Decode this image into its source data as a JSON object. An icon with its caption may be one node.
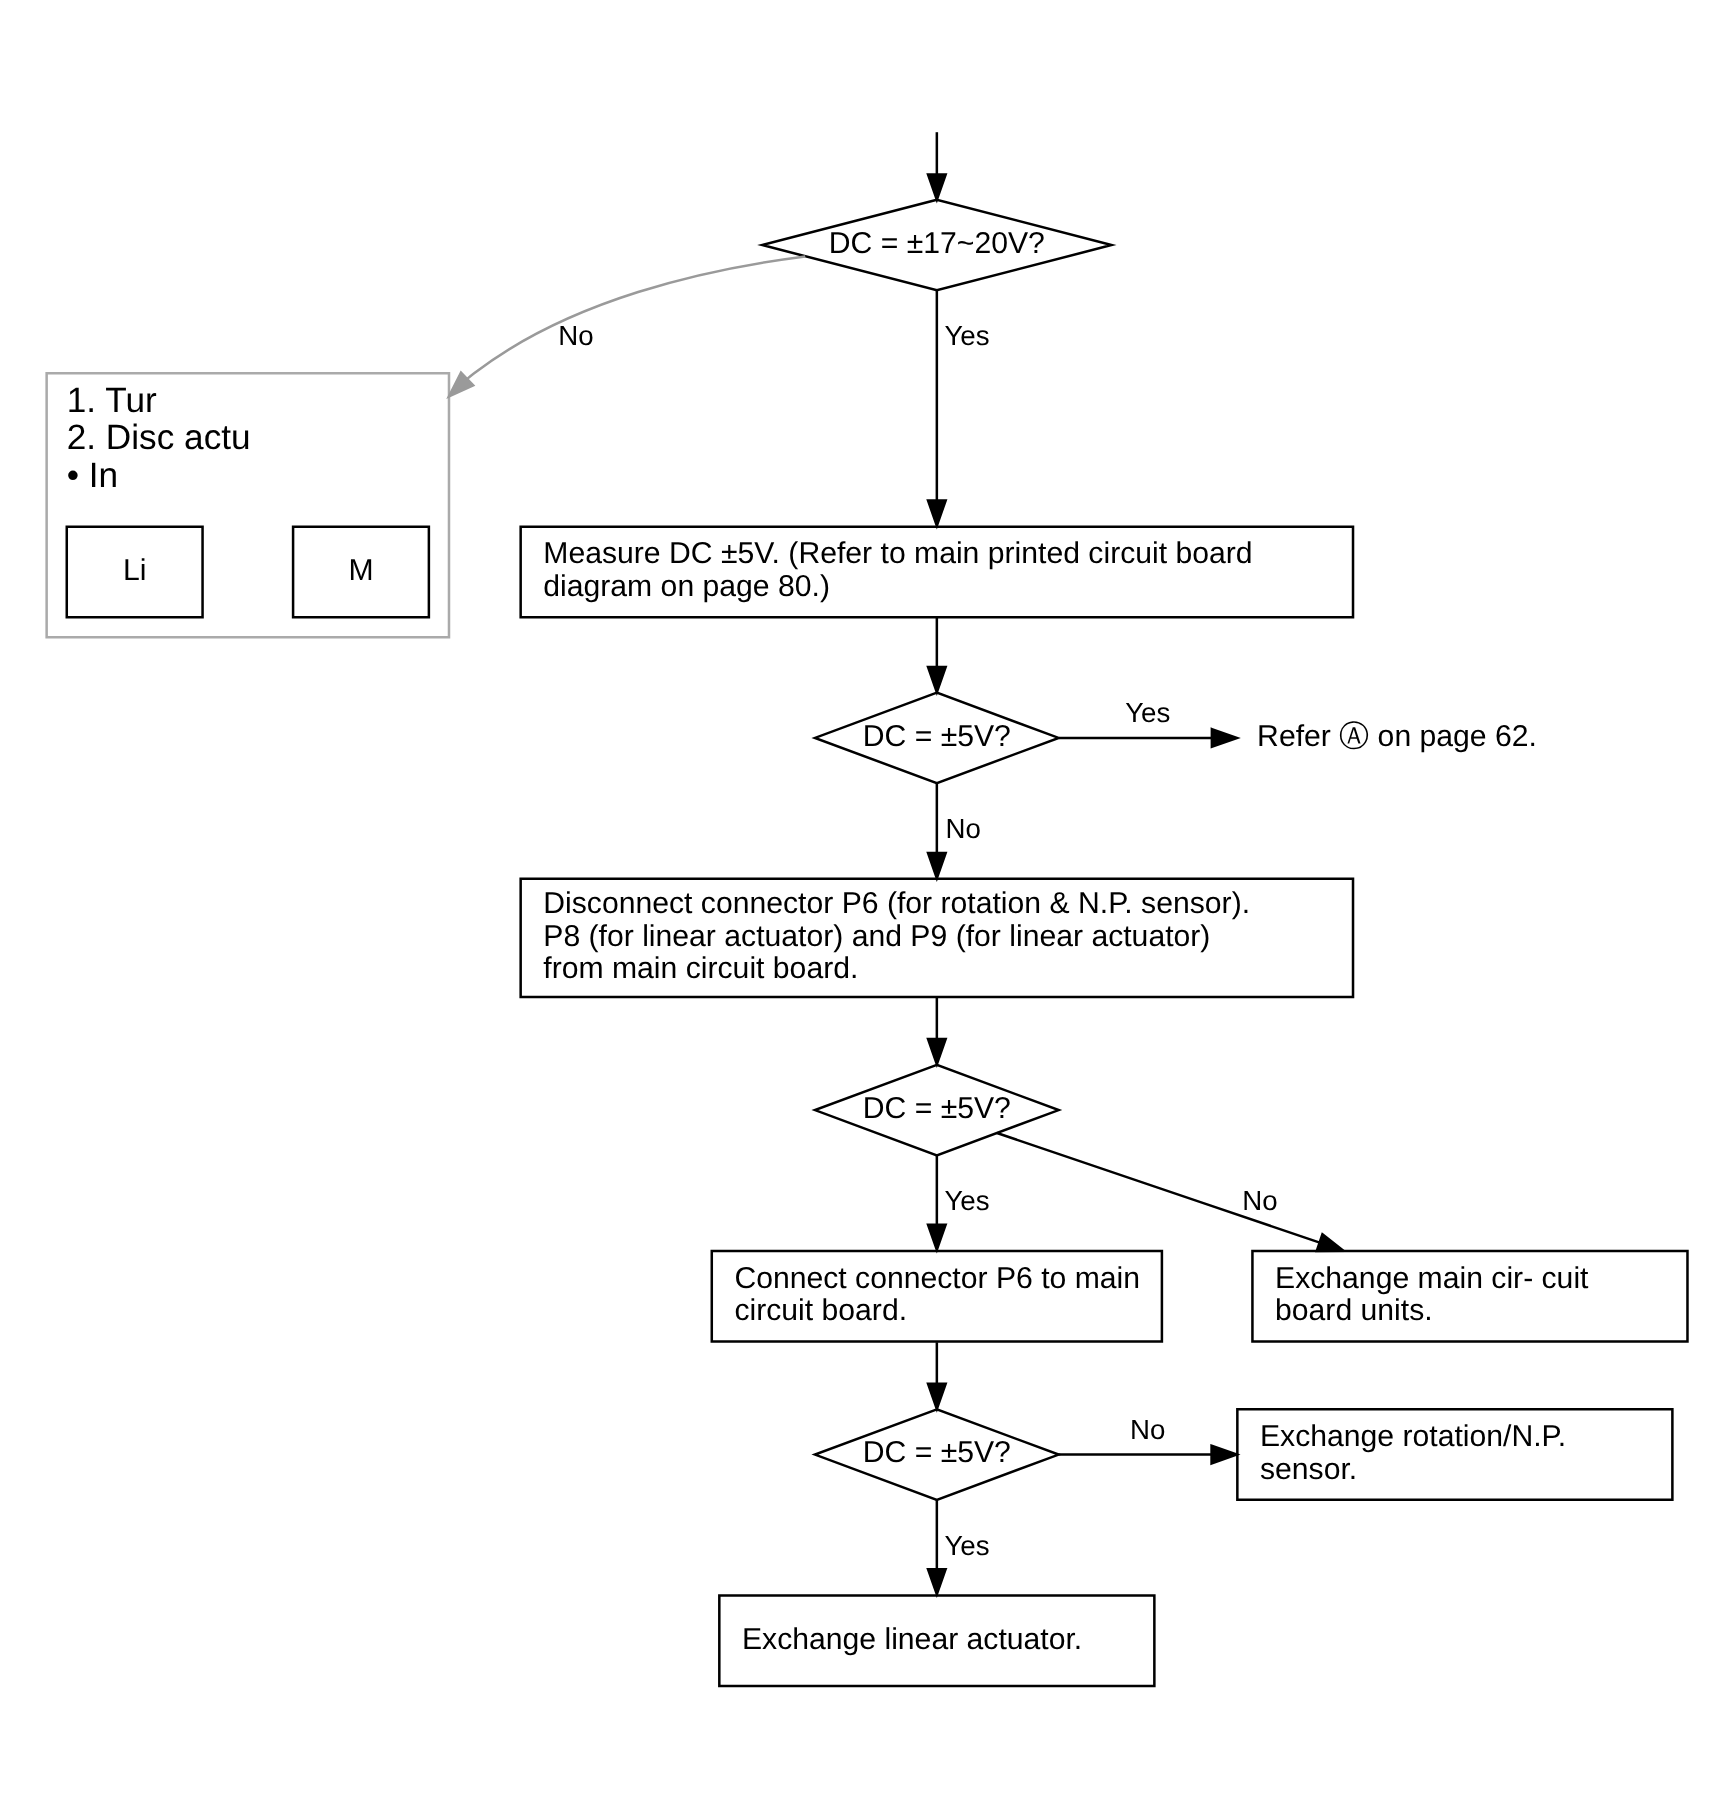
{
  "diagram": {
    "nodes": [
      {
        "text": [
          "DC = ±17~20V?"
        ]
      },
      {
        "text": [
          "1. Tur",
          "2. Disc actu",
          "• In"
        ]
      },
      {
        "text": [
          "M"
        ],
        "in": 1
      },
      {
        "text": [
          "Li"
        ],
        "in": 1
      },
      {
        "text": [
          "Measure DC ±5V. (Refer to main printed circuit board diagram on page 80.)"
        ]
      },
      {
        "text": [
          "DC = ±5V?"
        ]
      },
      {
        "text": [
          "Refer Ⓐ on page 62."
        ]
      },
      {
        "text": [
          "Disconnect connector P6 (for rotation & N.P. sensor). P8 (for linear actuator) and P9 (for linear actuator) from main circuit board."
        ]
      },
      {
        "text": [
          "DC = ±5V?"
        ]
      },
      {
        "text": [
          "Connect connector P6 to main circuit board."
        ]
      },
      {
        "text": [
          "Exchange main cir- cuit board units."
        ]
      },
      {
        "text": [
          "DC = ±5V?"
        ]
      },
      {
        "text": [
          "Exchange rotation/N.P. sensor."
        ]
      },
      {
        "text": [
          "Exchange linear actuator."
        ]
      }
    ],
    "edges": [
      {
        "from": null,
        "to": 0,
        "arrow": "to"
      },
      {
        "from": 0,
        "to": 1,
        "arrow": "to",
        "label": "No",
        "color": "#9a9a9a"
      },
      {
        "from": 0,
        "to": 4,
        "arrow": "to",
        "label": "Yes"
      },
      {
        "from": 4,
        "to": 5,
        "arrow": "to"
      },
      {
        "from": 5,
        "to": 6,
        "arrow": "to",
        "label": "Yes"
      },
      {
        "from": 5,
        "to": 7,
        "arrow": "to",
        "label": "No"
      },
      {
        "from": 7,
        "to": 8,
        "arrow": "to"
      },
      {
        "from": 8,
        "to": 10,
        "arrow": "to",
        "label": "No"
      },
      {
        "from": 8,
        "to": 9,
        "arrow": "to",
        "label": "Yes"
      },
      {
        "from": 9,
        "to": 11,
        "arrow": "to"
      },
      {
        "from": 11,
        "to": 12,
        "arrow": "to",
        "label": "No"
      },
      {
        "from": 11,
        "to": 13,
        "arrow": "to",
        "label": "Yes"
      }
    ]
  }
}
